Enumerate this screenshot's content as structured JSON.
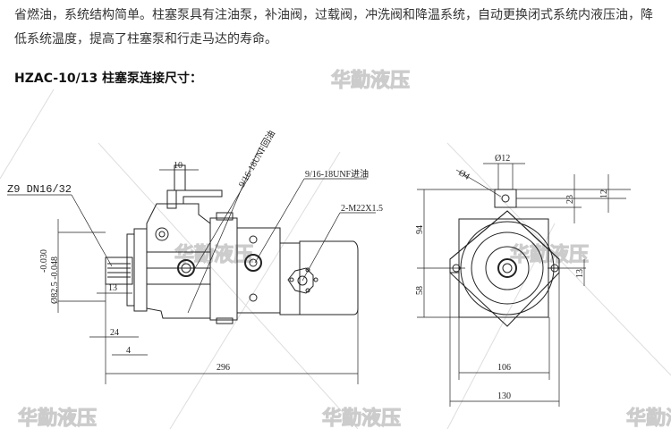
{
  "intro_text": "省燃油，系统结构简单。柱塞泵具有注油泵，补油阀，过载阀，冲洗阀和降温系统，自动更换闭式系统内液压油，降低系统温度，提高了柱塞泵和行走马达的寿命。",
  "section_heading": "HZAC-10/13 柱塞泵连接尺寸：",
  "watermark": "华勤液压",
  "side_view": {
    "spline_label": "Z9 DN16/32",
    "return_port": "9/16-18UNF回油",
    "inlet_port": "9/16-18UNF进油",
    "mount_thread": "2-M22X1.5",
    "handle_width": "10",
    "tol_upper": "-0.030",
    "tol_lower": "Ø82.5 -0.048",
    "shaft_13": "13",
    "dim_24": "24",
    "dim_4": "4",
    "total_length": "296"
  },
  "front_view": {
    "dia_12": "Ø12",
    "dia_4": "Ø4",
    "dim_94": "94",
    "dim_58": "58",
    "dim_23": "23",
    "dim_12": "12",
    "dim_13": "13",
    "dim_106": "106",
    "dim_130": "130"
  }
}
